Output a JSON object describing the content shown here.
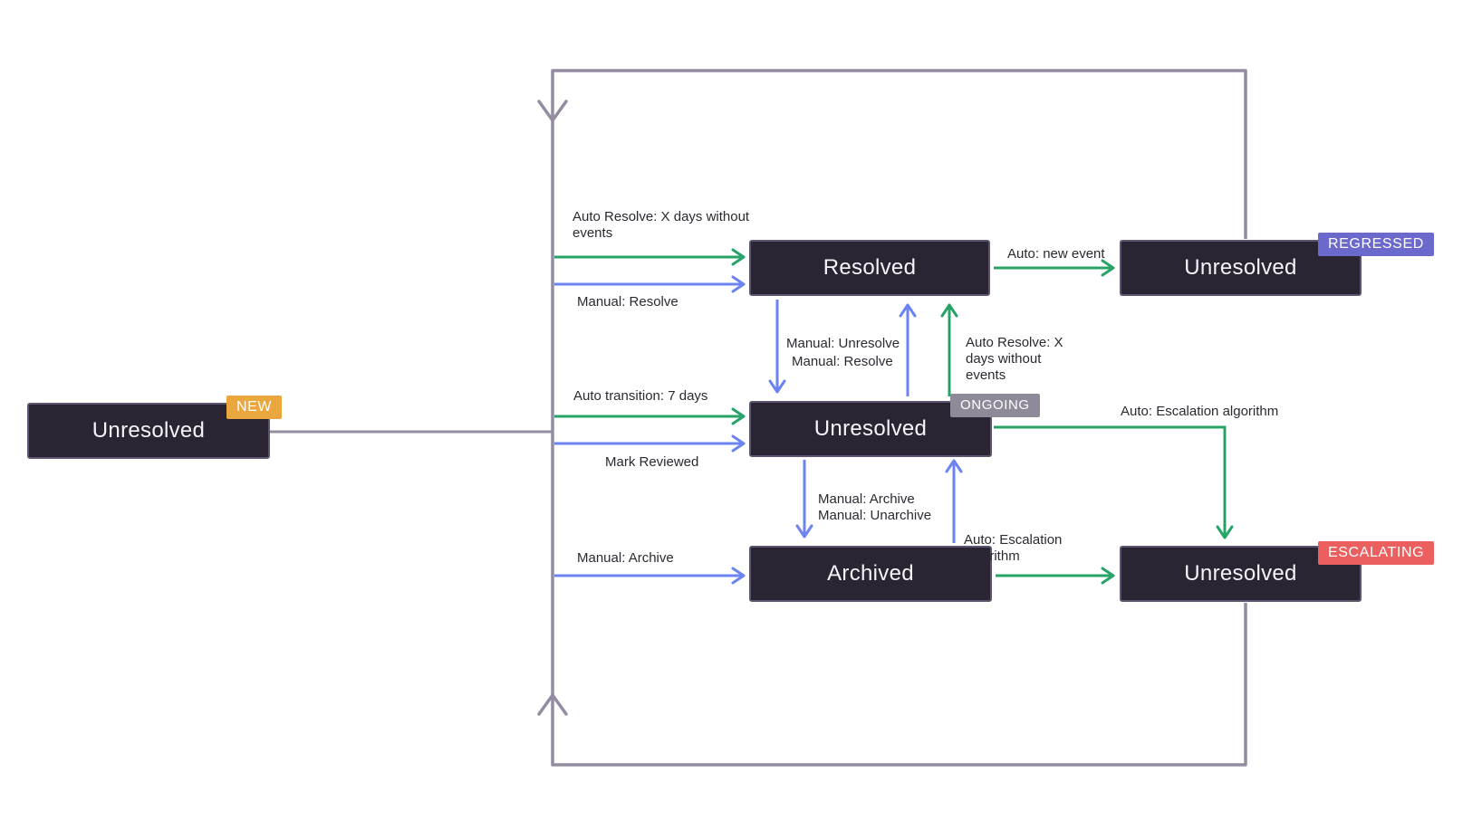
{
  "diagram": {
    "nodes": {
      "new": {
        "label": "Unresolved",
        "badge": "NEW"
      },
      "resolved": {
        "label": "Resolved"
      },
      "regressed": {
        "label": "Unresolved",
        "badge": "REGRESSED"
      },
      "ongoing": {
        "label": "Unresolved",
        "badge": "ONGOING"
      },
      "archived": {
        "label": "Archived"
      },
      "escalating": {
        "label": "Unresolved",
        "badge": "ESCALATING"
      }
    },
    "edges": {
      "auto_resolve_top": "Auto Resolve: X days without events",
      "manual_resolve_top": "Manual: Resolve",
      "auto_new_event": "Auto: new event",
      "manual_unresolve": "Manual: Unresolve",
      "manual_resolve_mid": "Manual: Resolve",
      "auto_resolve_mid": "Auto Resolve: X days without events",
      "auto_transition": "Auto transition: 7 days",
      "mark_reviewed": "Mark Reviewed",
      "auto_escalation_right": "Auto: Escalation algorithm",
      "manual_archive_mid": "Manual: Archive",
      "manual_unarchive_mid": "Manual: Unarchive",
      "manual_archive_left": "Manual: Archive",
      "auto_escalation_bottom": "Auto: Escalation algorithm"
    },
    "colors": {
      "auto_arrow_green": "#27A367",
      "manual_arrow_blue": "#6C83F2",
      "loop_line_purple": "#948CA1",
      "node_background": "#2A2433",
      "node_text": "#F5F4F7",
      "label_text": "#2B2931",
      "badge_new": "#EAA73E",
      "badge_regressed": "#6B69CB",
      "badge_ongoing": "#8E8A99",
      "badge_escalating": "#EB5F5F"
    }
  }
}
